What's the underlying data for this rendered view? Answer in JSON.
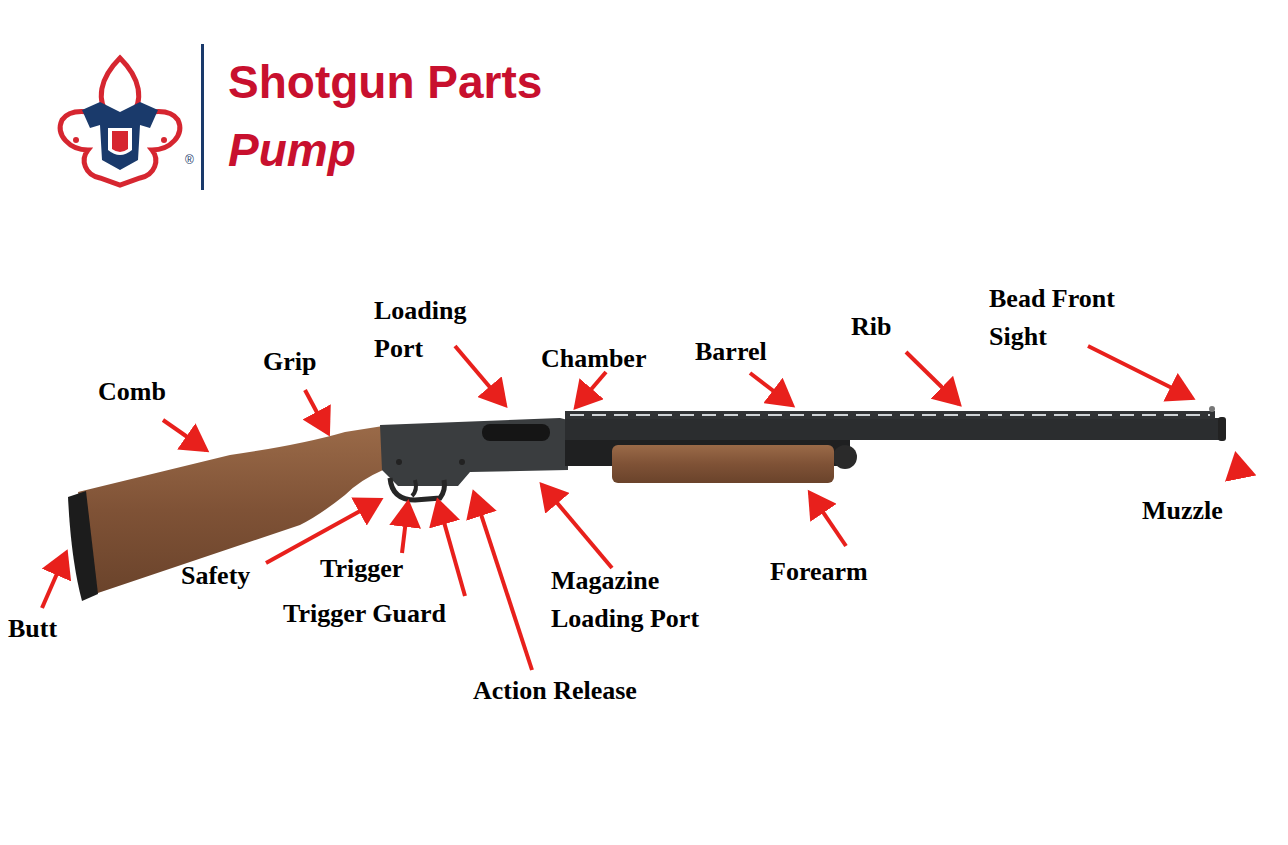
{
  "diagram": {
    "title": "Shotgun Parts",
    "labels": [
      "Pump",
      "®",
      "Loading Port",
      "Chamber",
      "Barrel",
      "Rib",
      "Bead Front Sight",
      "Comb",
      "Grip",
      "Muzzle",
      "Safety",
      "Trigger",
      "Trigger Guard",
      "Magazine Loading Port",
      "Forearm",
      "Action Release",
      "Butt"
    ]
  }
}
